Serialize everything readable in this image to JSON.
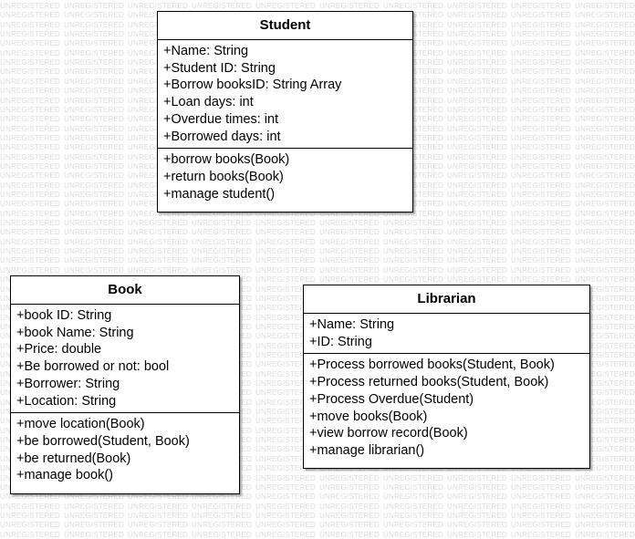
{
  "watermark_text": "UNREGISTERED",
  "classes": {
    "student": {
      "name": "Student",
      "attributes": [
        "+Name: String",
        "+Student ID: String",
        "+Borrow booksID: String Array",
        "+Loan days: int",
        "+Overdue times: int",
        "+Borrowed days: int"
      ],
      "methods": [
        "+borrow books(Book)",
        "+return books(Book)",
        "+manage student()"
      ]
    },
    "book": {
      "name": "Book",
      "attributes": [
        "+book ID: String",
        "+book Name: String",
        "+Price: double",
        "+Be borrowed or not: bool",
        "+Borrower: String",
        "+Location: String"
      ],
      "methods": [
        "+move location(Book)",
        "+be borrowed(Student, Book)",
        "+be returned(Book)",
        "+manage book()"
      ]
    },
    "librarian": {
      "name": "Librarian",
      "attributes": [
        "+Name: String",
        "+ID: String"
      ],
      "methods": [
        "+Process borrowed books(Student, Book)",
        "+Process returned books(Student, Book)",
        "+Process Overdue(Student)",
        "+move books(Book)",
        "+view borrow record(Book)",
        "+manage librarian()"
      ]
    }
  }
}
